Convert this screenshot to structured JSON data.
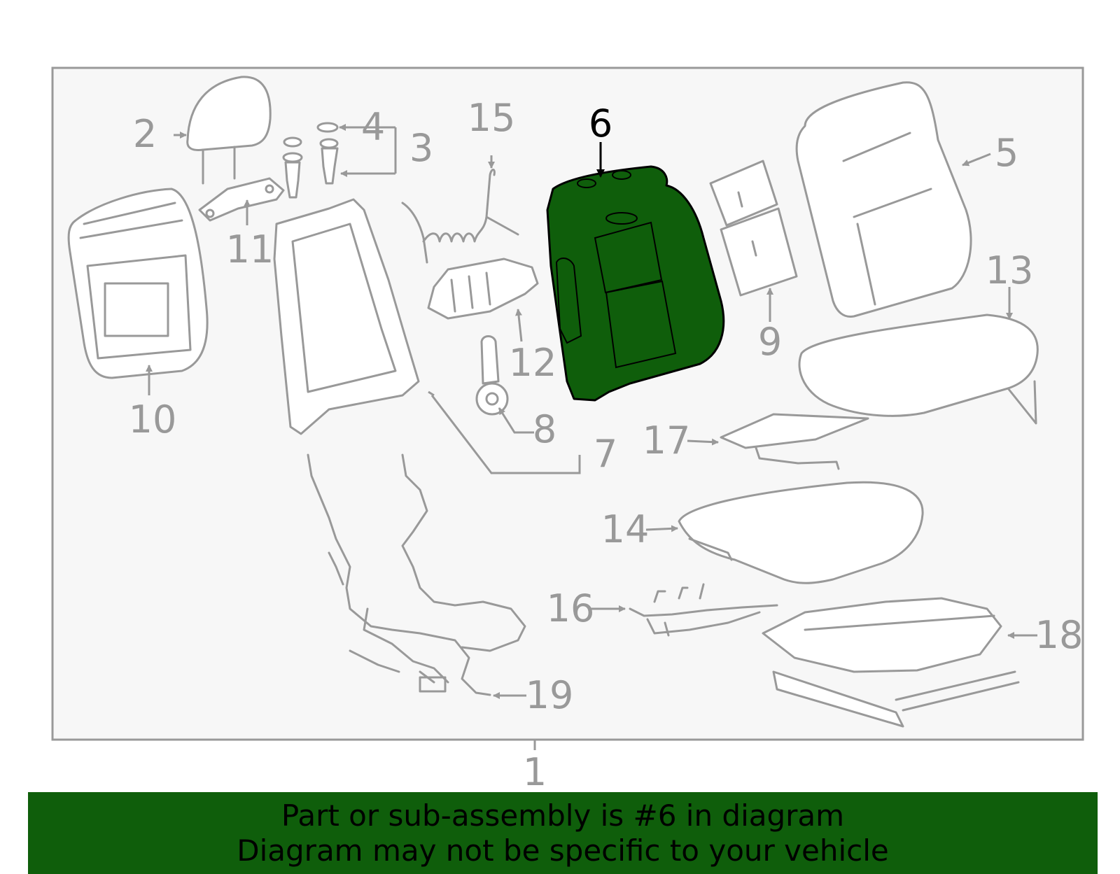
{
  "diagram": {
    "callouts": [
      "1",
      "2",
      "3",
      "4",
      "5",
      "6",
      "7",
      "8",
      "9",
      "10",
      "11",
      "12",
      "13",
      "14",
      "15",
      "16",
      "17",
      "18",
      "19"
    ],
    "highlighted_callout": "6",
    "colors": {
      "highlight": "#0f5e0b",
      "outline": "#999999",
      "panel_background": "#f7f7f7",
      "banner": "#0f5e0b"
    }
  },
  "banner": {
    "line1": "Part or sub-assembly is #6 in diagram",
    "line2": "Diagram may not be specific to your vehicle"
  }
}
